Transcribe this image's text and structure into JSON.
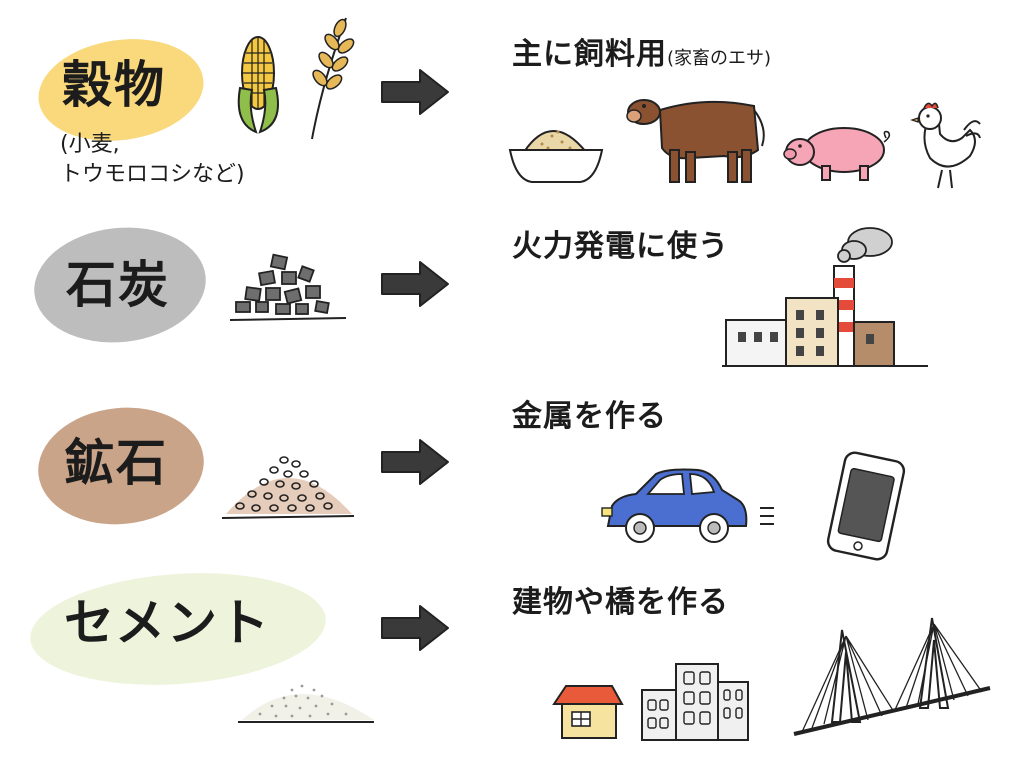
{
  "rows": [
    {
      "category": "穀物",
      "category_note": "(小麦,\nトウモロコシなど)",
      "use": "主に飼料用",
      "use_note": "(家畜のエサ)",
      "blob_color": "#f9d97c"
    },
    {
      "category": "石炭",
      "use": "火力発電に使う",
      "blob_color": "#bdbdbd"
    },
    {
      "category": "鉱石",
      "use": "金属を作る",
      "blob_color": "#caa488"
    },
    {
      "category": "セメント",
      "use": "建物や橋を作る",
      "blob_color": "#eef3dc"
    }
  ],
  "colors": {
    "arrow": "#3a3a3a",
    "cow": "#8a5230",
    "pig": "#f5a5b5",
    "car": "#4a6fd0",
    "factory": "#f2e3c4",
    "house_roof": "#e85a3a"
  }
}
